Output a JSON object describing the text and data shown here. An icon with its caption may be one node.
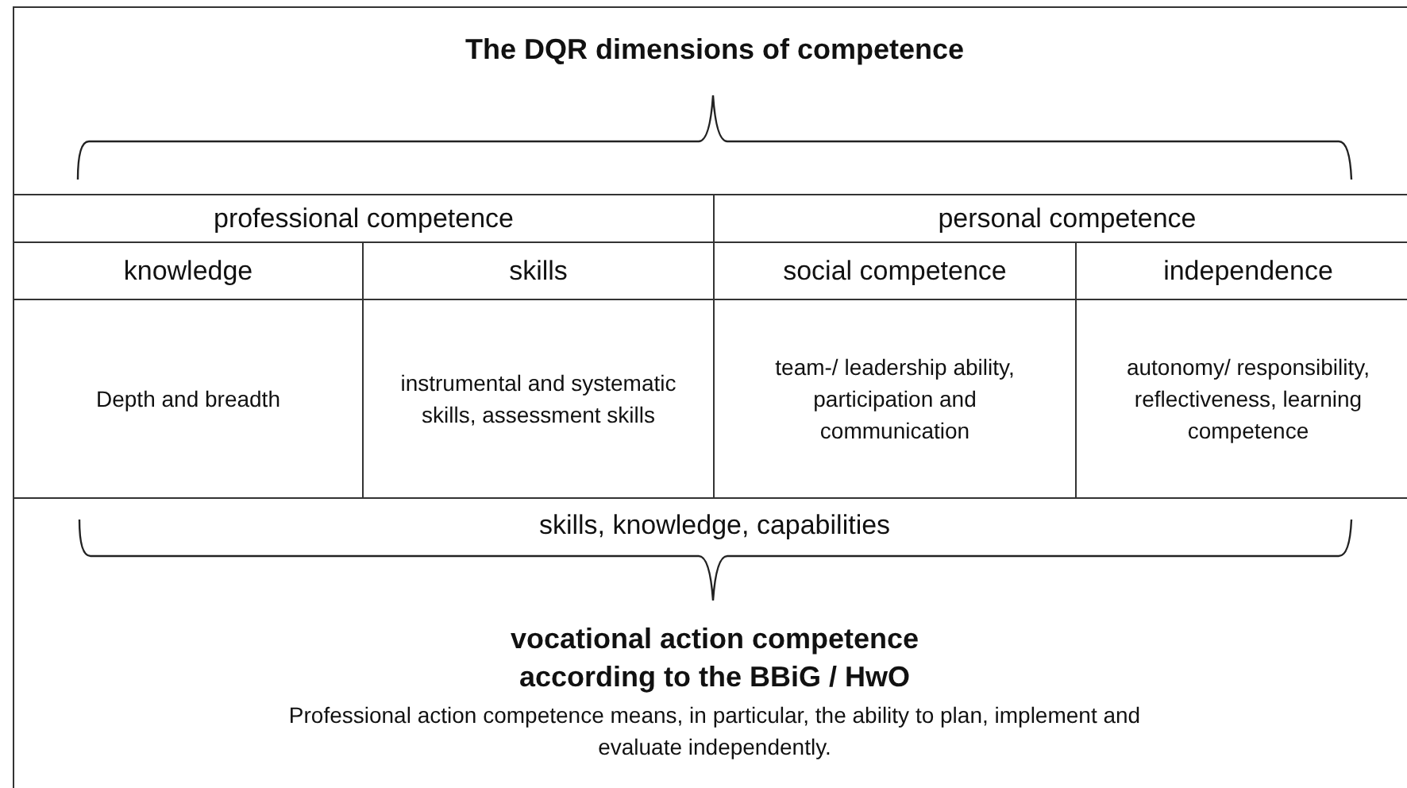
{
  "diagram": {
    "title": "The DQR dimensions of competence",
    "nodes": [
      {
        "text": [
          "professional competence"
        ]
      },
      {
        "text": [
          "personal competence"
        ]
      },
      {
        "text": [
          "knowledge"
        ]
      },
      {
        "text": [
          "skills"
        ]
      },
      {
        "text": [
          "social competence"
        ]
      },
      {
        "text": [
          "independence"
        ]
      },
      {
        "text": [
          "Depth and breadth"
        ]
      },
      {
        "text": [
          "instrumental and systematic skills, assessment skills"
        ]
      },
      {
        "text": [
          "team-/ leadership ability, participation and communication"
        ]
      },
      {
        "text": [
          "autonomy/ responsibility, reflectiveness, learning competence"
        ]
      }
    ],
    "labels": [
      "skills, knowledge, capabilities",
      "vocational action competence according to the BBiG / HwO",
      "Professional action competence means, in particular, the ability to plan, implement and evaluate independently."
    ]
  }
}
